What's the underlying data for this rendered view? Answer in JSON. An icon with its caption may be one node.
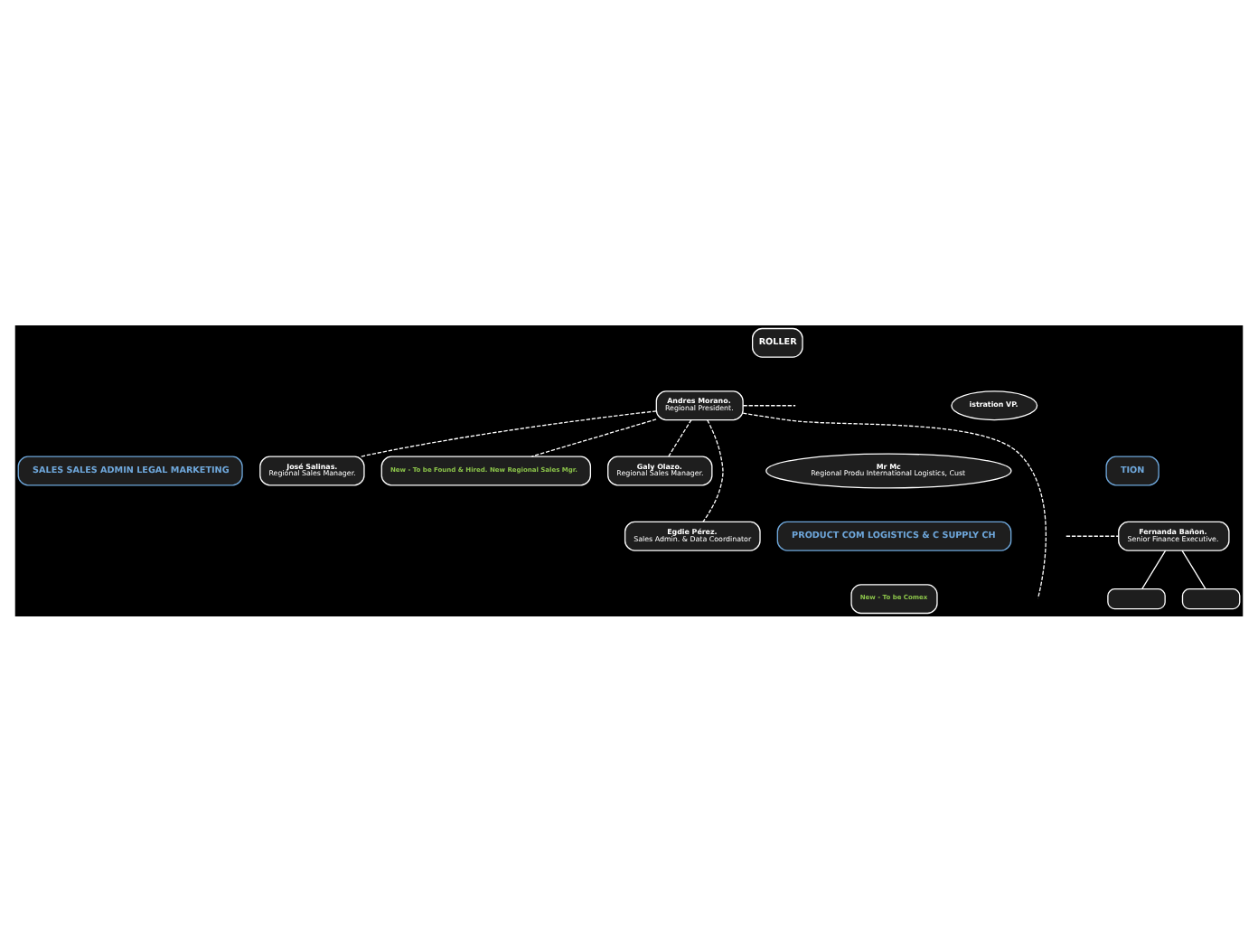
{
  "diagram": {
    "nodes": [
      {
        "text": [
          "ROLLER"
        ]
      },
      {
        "text": [
          "Andres Morano.",
          "Regional President."
        ]
      },
      {
        "text": [
          "istration VP."
        ]
      },
      {
        "text": [
          "TION"
        ]
      },
      {
        "text": [
          "Fernanda Bañon.",
          "Senior Finance Executive."
        ]
      },
      {
        "text": [
          "SALES SALES ADMIN LEGAL MARKETING"
        ]
      },
      {
        "text": [
          "José Salinas.",
          "Regional Sales Manager."
        ]
      },
      {
        "text": [
          "New - To be Found & Hired. New Regional Sales Mgr."
        ]
      },
      {
        "text": [
          "Galy Olazo.",
          "Regional Sales Manager."
        ]
      },
      {
        "text": [
          "Egdie Pérez.",
          "Sales Admin. & Data Coordinator"
        ]
      },
      {
        "text": [
          "Mr Mc",
          "Regional Produ International Logistics, Cust"
        ]
      },
      {
        "text": [
          "PRODUCT COM LOGISTICS & C SUPPLY CH"
        ]
      },
      {
        "text": [
          "New - To be Comex"
        ]
      },
      {
        "text": [],
        "shape": "box"
      },
      {
        "text": [],
        "shape": "box"
      }
    ],
    "edges": [
      {
        "from": 1,
        "to": 6,
        "arrow": "none",
        "style": "dashed"
      },
      {
        "from": 1,
        "to": 9,
        "arrow": "none",
        "style": "dashed"
      },
      {
        "from": 1,
        "to": 7,
        "arrow": "none",
        "style": "dashed"
      },
      {
        "from": 1,
        "to": 8,
        "arrow": "none",
        "style": "dashed"
      },
      {
        "from": 1,
        "to": null,
        "arrow": "none",
        "style": "dashed"
      },
      {
        "from": 1,
        "to": null,
        "arrow": "none",
        "style": "dashed"
      },
      {
        "from": null,
        "to": 4,
        "arrow": "none",
        "style": "dashed"
      },
      {
        "from": 4,
        "to": 13,
        "arrow": "none"
      },
      {
        "from": 4,
        "to": 14,
        "arrow": "none"
      }
    ]
  }
}
